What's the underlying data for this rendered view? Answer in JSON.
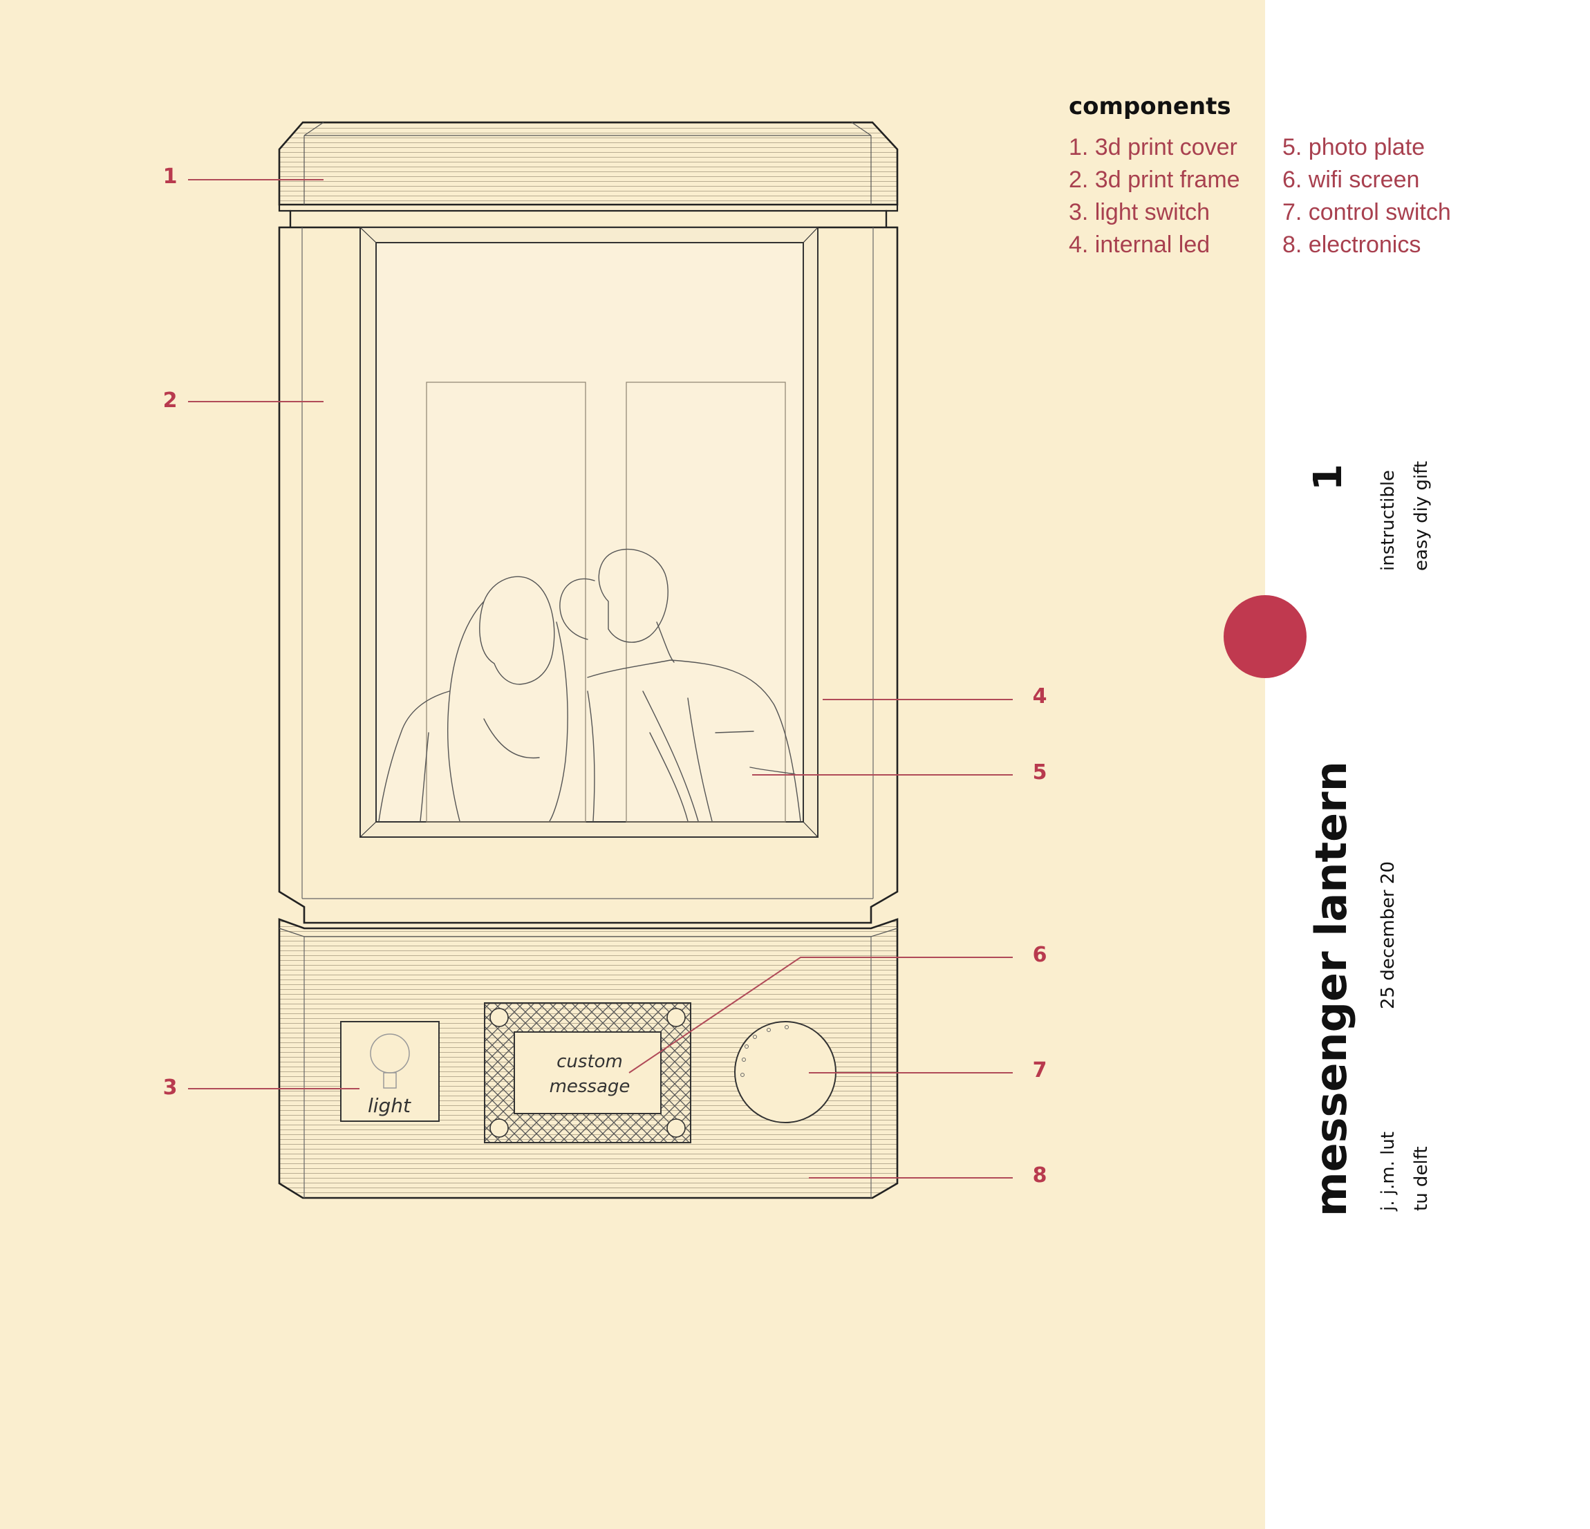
{
  "title": "messenger lantern",
  "sheet_number": "1",
  "tags": [
    "instructible",
    "easy diy gift"
  ],
  "date": "25 december 20",
  "authors": [
    "j. j.m. lut",
    "tu delft"
  ],
  "components_heading": "components",
  "components_left": [
    "1. 3d print cover",
    "2. 3d print frame",
    "3. light switch",
    "4. internal led"
  ],
  "components_right": [
    "5. photo plate",
    "6. wifi screen",
    "7. control switch",
    "8. electronics"
  ],
  "callouts": [
    "1",
    "2",
    "3",
    "4",
    "5",
    "6",
    "7",
    "8"
  ],
  "inlays": {
    "light": "light",
    "message_line1": "custom",
    "message_line2": "message"
  },
  "colors": {
    "background": "#faeecf",
    "panel": "#ffffff",
    "accent": "#c0394f",
    "label": "#b83a4e",
    "line": "#222222"
  }
}
